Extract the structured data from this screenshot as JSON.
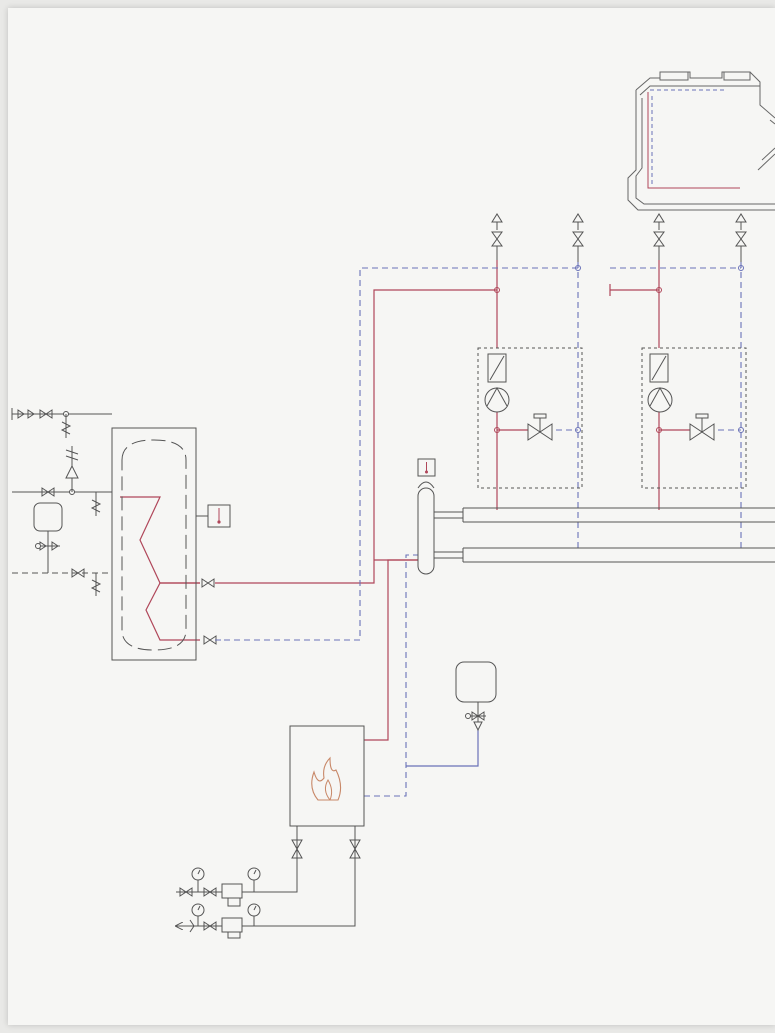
{
  "diagram": {
    "kind": "heating-system-schematic",
    "texts": [],
    "colors": {
      "supply_line": "#b0475a",
      "return_line": "#6a72b8",
      "equipment_line": "#555555",
      "flame": "#c88868",
      "paper": "#f6f6f4",
      "background": "#e9e9e7"
    },
    "components": [
      {
        "id": "storage-tank",
        "icon": "indirect-hot-water-cylinder-icon"
      },
      {
        "id": "boiler",
        "icon": "flame-icon"
      },
      {
        "id": "hydraulic-separator",
        "icon": "low-loss-header-icon"
      },
      {
        "id": "pump-group-1",
        "icon": "circulation-pump-icon"
      },
      {
        "id": "pump-group-2",
        "icon": "circulation-pump-icon"
      },
      {
        "id": "expansion-vessel-tank",
        "icon": "expansion-vessel-icon"
      },
      {
        "id": "expansion-vessel-boiler",
        "icon": "expansion-vessel-icon"
      },
      {
        "id": "distribution-manifold",
        "icon": "manifold-icon"
      },
      {
        "id": "floor-plan",
        "icon": "building-plan-icon"
      },
      {
        "id": "gas-meter-group",
        "icon": "pressure-gauge-icon"
      }
    ]
  }
}
